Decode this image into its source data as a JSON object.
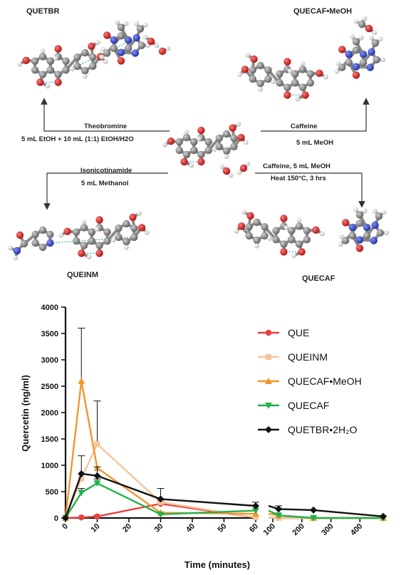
{
  "scheme": {
    "compounds": {
      "top_left": "QUETBR",
      "top_right": "QUECAF•MeOH",
      "bottom_left": "QUEINM",
      "bottom_right": "QUECAF"
    },
    "conditions": {
      "theobromine": "Theobromine",
      "theobromine_solvent": "5 mL EtOH + 10 mL (1:1) EtOH/H2O",
      "caffeine": "Caffeine",
      "caffeine_solvent": "5 mL MeOH",
      "isonicotinamide": "Isonicotinamide",
      "isonicotinamide_solvent": "5 mL Methanol",
      "caffeine_heat_reagent": "Caffeine, 5 mL MeOH",
      "caffeine_heat_condition": "Heat 150°C, 3 hrs"
    },
    "atom_colors": {
      "carbon": "#7a7a7a",
      "oxygen": "#d21a1a",
      "nitrogen": "#2a3fc4",
      "hydrogen": "#f2f2f2",
      "hbond": "#4aa8c8"
    }
  },
  "chart_data": {
    "type": "line",
    "xlabel": "Time (minutes)",
    "ylabel": "Quercetin (ng/ml)",
    "ylim": [
      0,
      4000
    ],
    "yticks": [
      0,
      500,
      1000,
      1500,
      2000,
      2500,
      3000,
      3500,
      4000
    ],
    "x_segments": [
      {
        "range": [
          0,
          60
        ],
        "ticks": [
          0,
          10,
          20,
          30,
          40,
          50,
          60
        ]
      },
      {
        "range": [
          100,
          480
        ],
        "ticks": [
          100,
          200,
          300,
          400
        ]
      }
    ],
    "x_tick_labels": [
      "0",
      "10",
      "20",
      "30",
      "40",
      "50",
      "60",
      "100",
      "200",
      "300",
      "400"
    ],
    "legend_position": "right",
    "series": [
      {
        "name": "QUE",
        "color": "#e8413f",
        "marker": "circle",
        "x": [
          0,
          5,
          10,
          30,
          60,
          120,
          240,
          480
        ],
        "y": [
          0,
          10,
          30,
          270,
          10,
          0,
          0,
          0
        ],
        "err": [
          0,
          0,
          20,
          50,
          0,
          0,
          0,
          0
        ]
      },
      {
        "name": "QUEINM",
        "color": "#f7c59b",
        "marker": "square",
        "x": [
          0,
          5,
          10,
          30,
          60,
          120,
          240,
          480
        ],
        "y": [
          0,
          750,
          1400,
          300,
          10,
          0,
          0,
          0
        ],
        "err": [
          0,
          0,
          820,
          0,
          0,
          0,
          0,
          0
        ]
      },
      {
        "name": "QUECAF•MeOH",
        "color": "#f2962e",
        "marker": "triangle-up",
        "x": [
          0,
          5,
          10,
          30,
          60,
          120,
          240,
          480
        ],
        "y": [
          0,
          2600,
          950,
          100,
          80,
          50,
          0,
          0
        ],
        "err": [
          0,
          1000,
          0,
          0,
          0,
          0,
          0,
          0
        ]
      },
      {
        "name": "QUECAF",
        "color": "#22b24c",
        "marker": "triangle-down",
        "x": [
          0,
          5,
          10,
          30,
          60,
          120,
          240,
          480
        ],
        "y": [
          0,
          480,
          660,
          70,
          140,
          50,
          0,
          0
        ],
        "err": [
          0,
          80,
          80,
          0,
          0,
          0,
          0,
          0
        ]
      },
      {
        "name": "QUETBR•2H₂O",
        "color": "#111111",
        "marker": "diamond",
        "x": [
          0,
          5,
          10,
          30,
          60,
          120,
          240,
          480
        ],
        "y": [
          0,
          840,
          800,
          360,
          230,
          170,
          150,
          30
        ],
        "err": [
          0,
          340,
          170,
          200,
          70,
          60,
          0,
          0
        ]
      }
    ]
  }
}
